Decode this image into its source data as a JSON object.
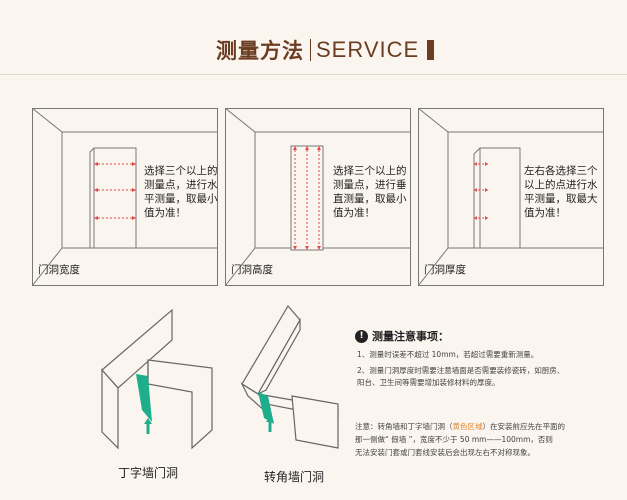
{
  "header": {
    "title_cn": "测量方法",
    "title_en": "SERVICE"
  },
  "panels": [
    {
      "desc_lines": [
        "选择三个以上的",
        "测量点，进行水",
        "平测量，取最小",
        "值为准！"
      ],
      "label": "门洞宽度"
    },
    {
      "desc_lines": [
        "选择三个以上的",
        "测量点，进行垂",
        "直测量，取最小",
        "值为准！"
      ],
      "label": "门洞高度"
    },
    {
      "desc_lines": [
        "左右各选择三个",
        "以上的点进行水",
        "平测量，取最大",
        "值为准！"
      ],
      "label": "门洞厚度"
    }
  ],
  "notes": {
    "title": "测量注意事项：",
    "items": [
      "1、测量时误差不超过 10mm，若超过需要重新测量。",
      "2、测量门洞厚度时需要注意墙面是否需要装修瓷砖，如厨房、",
      "阳台、卫生间等需要增加装修材料的厚度。"
    ],
    "note_prefix": "注意：转角墙和丁字墙门洞（",
    "note_highlight": "黄色区域",
    "note_suffix": "）在安装前应先在平面的",
    "note_line2": "那一侧做“ 假墙 ”，宽度不少于 50 mm——100mm，否则",
    "note_line3": "无法安装门套或门套线安装后会出现左右不对称现象。"
  },
  "diagrams": {
    "t_wall_label": "丁字墙门洞",
    "corner_wall_label": "转角墙门洞"
  },
  "colors": {
    "title": "#6b3d22",
    "dim_line": "#e04b4b",
    "highlight": "#1fae8c",
    "note_highlight": "#e0842a"
  }
}
